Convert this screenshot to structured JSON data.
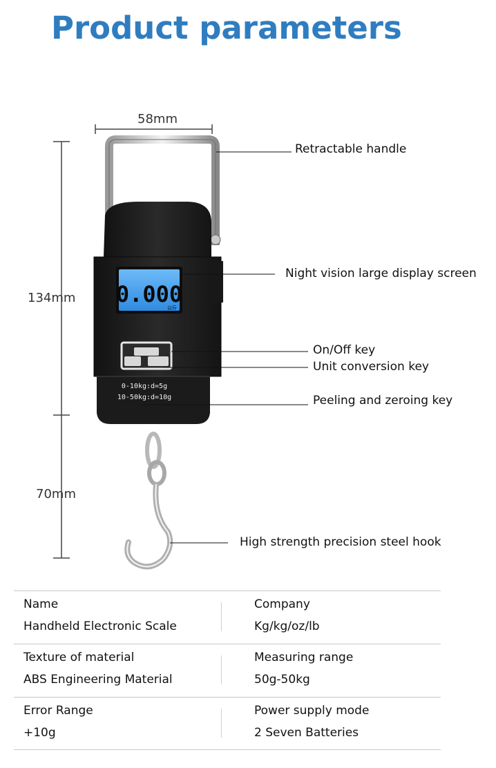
{
  "title": "Product parameters",
  "dimensions": {
    "width": "58mm",
    "height_body": "134mm",
    "height_hook": "70mm"
  },
  "display": {
    "reading": "0.000",
    "unit": "公斤"
  },
  "device_labels": {
    "range_line_1": "0-10kg:d=5g",
    "range_line_2": "10-50kg:d=10g"
  },
  "callouts": {
    "handle": "Retractable handle",
    "screen": "Night vision large display screen",
    "on_off": "On/Off key",
    "unit_conversion": "Unit conversion key",
    "peeling": "Peeling and zeroing key",
    "hook": "High strength precision steel hook"
  },
  "colors": {
    "title": "#2f7dc0",
    "lcd_background": "#4aa3f0",
    "body": "#1e1e1e"
  },
  "parameters": [
    {
      "left_label": "Name",
      "left_value": "Handheld Electronic Scale",
      "right_label": "Company",
      "right_value": "Kg/kg/oz/lb"
    },
    {
      "left_label": "Texture of material",
      "left_value": "ABS Engineering Material",
      "right_label": "Measuring range",
      "right_value": "50g-50kg"
    },
    {
      "left_label": "Error Range",
      "left_value": "+10g",
      "right_label": "Power supply mode",
      "right_value": "2 Seven Batteries"
    }
  ]
}
